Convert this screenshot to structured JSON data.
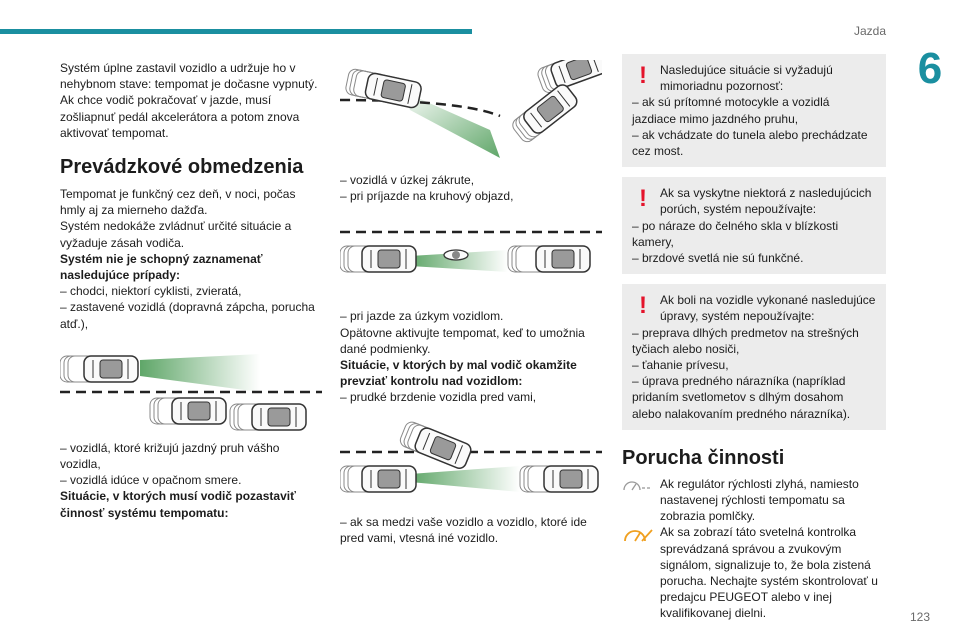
{
  "header": {
    "section": "Jazda",
    "chapter": "6",
    "page": "123"
  },
  "col1": {
    "intro": "Systém úplne zastavil vozidlo a udržuje ho v nehybnom stave: tempomat je dočasne vypnutý. Ak chce vodič pokračovať v jazde, musí zošliapnuť pedál akcelerátora a potom znova aktivovať tempomat.",
    "heading": "Prevádzkové obmedzenia",
    "p1": "Tempomat je funkčný cez deň, v noci, počas hmly aj za mierneho dažďa.",
    "p2": "Systém nedokáže zvládnuť určité situácie a vyžaduje zásah vodiča.",
    "bold1": "Systém nie je schopný zaznamenať nasledujúce prípady:",
    "l1": "–  chodci, niektorí cyklisti, zvieratá,",
    "l2": "–  zastavené vozidlá (dopravná zápcha, porucha atď.),",
    "l3": "–  vozidlá, ktoré križujú jazdný pruh vášho vozidla,",
    "l4": "–  vozidlá idúce v opačnom smere.",
    "bold2": "Situácie, v ktorých musí vodič pozastaviť činnosť systému tempomatu:"
  },
  "col2": {
    "l1": "–  vozidlá v úzkej zákrute,",
    "l2": "–  pri príjazde na kruhový objazd,",
    "l3": "–  pri jazde za úzkym vozidlom.",
    "p1": "Opätovne aktivujte tempomat, keď to umožnia dané podmienky.",
    "bold1": "Situácie, v ktorých by mal vodič okamžite prevziať kontrolu nad vozidlom:",
    "l4": "–  prudké brzdenie vozidla pred vami,",
    "l5": "–  ak sa medzi vaše vozidlo a vozidlo, ktoré ide pred vami, vtesná iné vozidlo."
  },
  "col3": {
    "n1": {
      "head": "Nasledujúce situácie si vyžadujú mimoriadnu pozornosť:",
      "l1": "–  ak sú prítomné motocykle a vozidlá jazdiace mimo jazdného pruhu,",
      "l2": "–  ak vchádzate do tunela alebo prechádzate cez most."
    },
    "n2": {
      "head": "Ak sa vyskytne niektorá z nasledujúcich porúch, systém nepoužívajte:",
      "l1": "–  po náraze do čelného skla v blízkosti kamery,",
      "l2": "–  brzdové svetlá nie sú funkčné."
    },
    "n3": {
      "head": "Ak boli na vozidle vykonané nasledujúce úpravy, systém nepoužívajte:",
      "l1": "–  preprava dlhých predmetov na strešných tyčiach alebo nosiči,",
      "l2": "–  ťahanie prívesu,",
      "l3": "–  úprava predného nárazníka (napríklad pridaním svetlometov s dlhým dosahom alebo nalakovaním predného nárazníka)."
    },
    "heading": "Porucha činnosti",
    "f1": "Ak regulátor rýchlosti zlyhá, namiesto nastavenej rýchlosti tempomatu sa zobrazia pomlčky.",
    "f2": "Ak sa zobrazí táto svetelná kontrolka sprevádzaná správou a zvukovým signálom, signalizuje to, že bola zistená porucha. Nechajte systém skontrolovať u predajcu PEUGEOT alebo v inej kvalifikovanej dielni."
  },
  "colors": {
    "accent": "#1a8fa0",
    "warning": "#e4132b",
    "notice_bg": "#ececec",
    "warning_lamp": "#f0a020",
    "sensor_beam": "#2e8b3a"
  },
  "icons": [
    "warning-exclamation-icon",
    "cruise-control-dashes-icon",
    "cruise-control-fault-lamp-icon"
  ]
}
